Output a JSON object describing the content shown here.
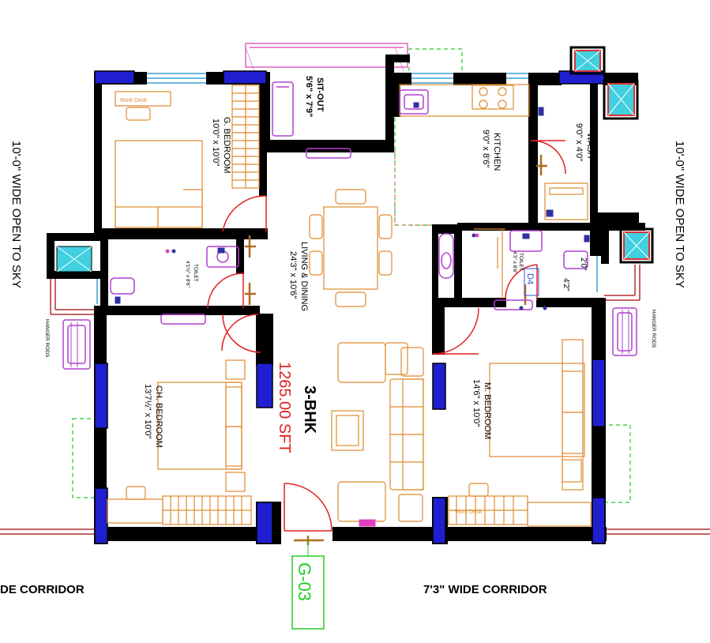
{
  "plan": {
    "unit_type": "3-BHK",
    "area": "1265.00 SFT",
    "unit_no": "G-03",
    "corridor_left": "DE CORRIDOR",
    "corridor_right": "7'3\"  WIDE CORRIDOR",
    "open_left": "10'-0\" WIDE OPEN TO SKY",
    "open_right": "10'-0\" WIDE OPEN TO SKY",
    "hanger_left": "HANGER RODS",
    "hanger_right": "HANGER RODS",
    "work_desk_top": "Work Desk",
    "work_desk_bottom": "Work Desk",
    "door_tag": "D4"
  },
  "rooms": {
    "sitout": {
      "name": "SIT-OUT",
      "dim": "5'6\" x 7'9\""
    },
    "g_bedroom": {
      "name": "G. BEDROOM",
      "dim": "10'0\" x 10'0\""
    },
    "kitchen": {
      "name": "KITCHEN",
      "dim": "9'0\" x 8'6\""
    },
    "wash": {
      "name": "WASH",
      "dim": "9'0\" x 4'0\""
    },
    "living": {
      "name": "LIVING & DINING",
      "dim": "24'3\" x 10'6\""
    },
    "toilet_left": {
      "name": "TOILET",
      "dim": "4'1½\" x 8'6\""
    },
    "toilet_right": {
      "name": "TOILET",
      "dim": "4'3\" x 8'6\""
    },
    "ch_bedroom": {
      "name": "CH. BEDROOM",
      "dim": "13'7½\" x 10'0\""
    },
    "m_bedroom": {
      "name": "M. BEDROOM",
      "dim": "14'6\" x 10'0\""
    },
    "small_dim": {
      "a": "2'0\"",
      "b": "4'2\""
    }
  },
  "colors": {
    "wall": "#000000",
    "column": "#1f1fd0",
    "furniture": "#e08a2e",
    "door": "#e02020",
    "sanitary": "#b040d0",
    "green": "#22cc22",
    "window": "#3aa0d8",
    "corridor": "#b03030",
    "duct": "#e03030",
    "duct_fill": "#40d0e0"
  }
}
